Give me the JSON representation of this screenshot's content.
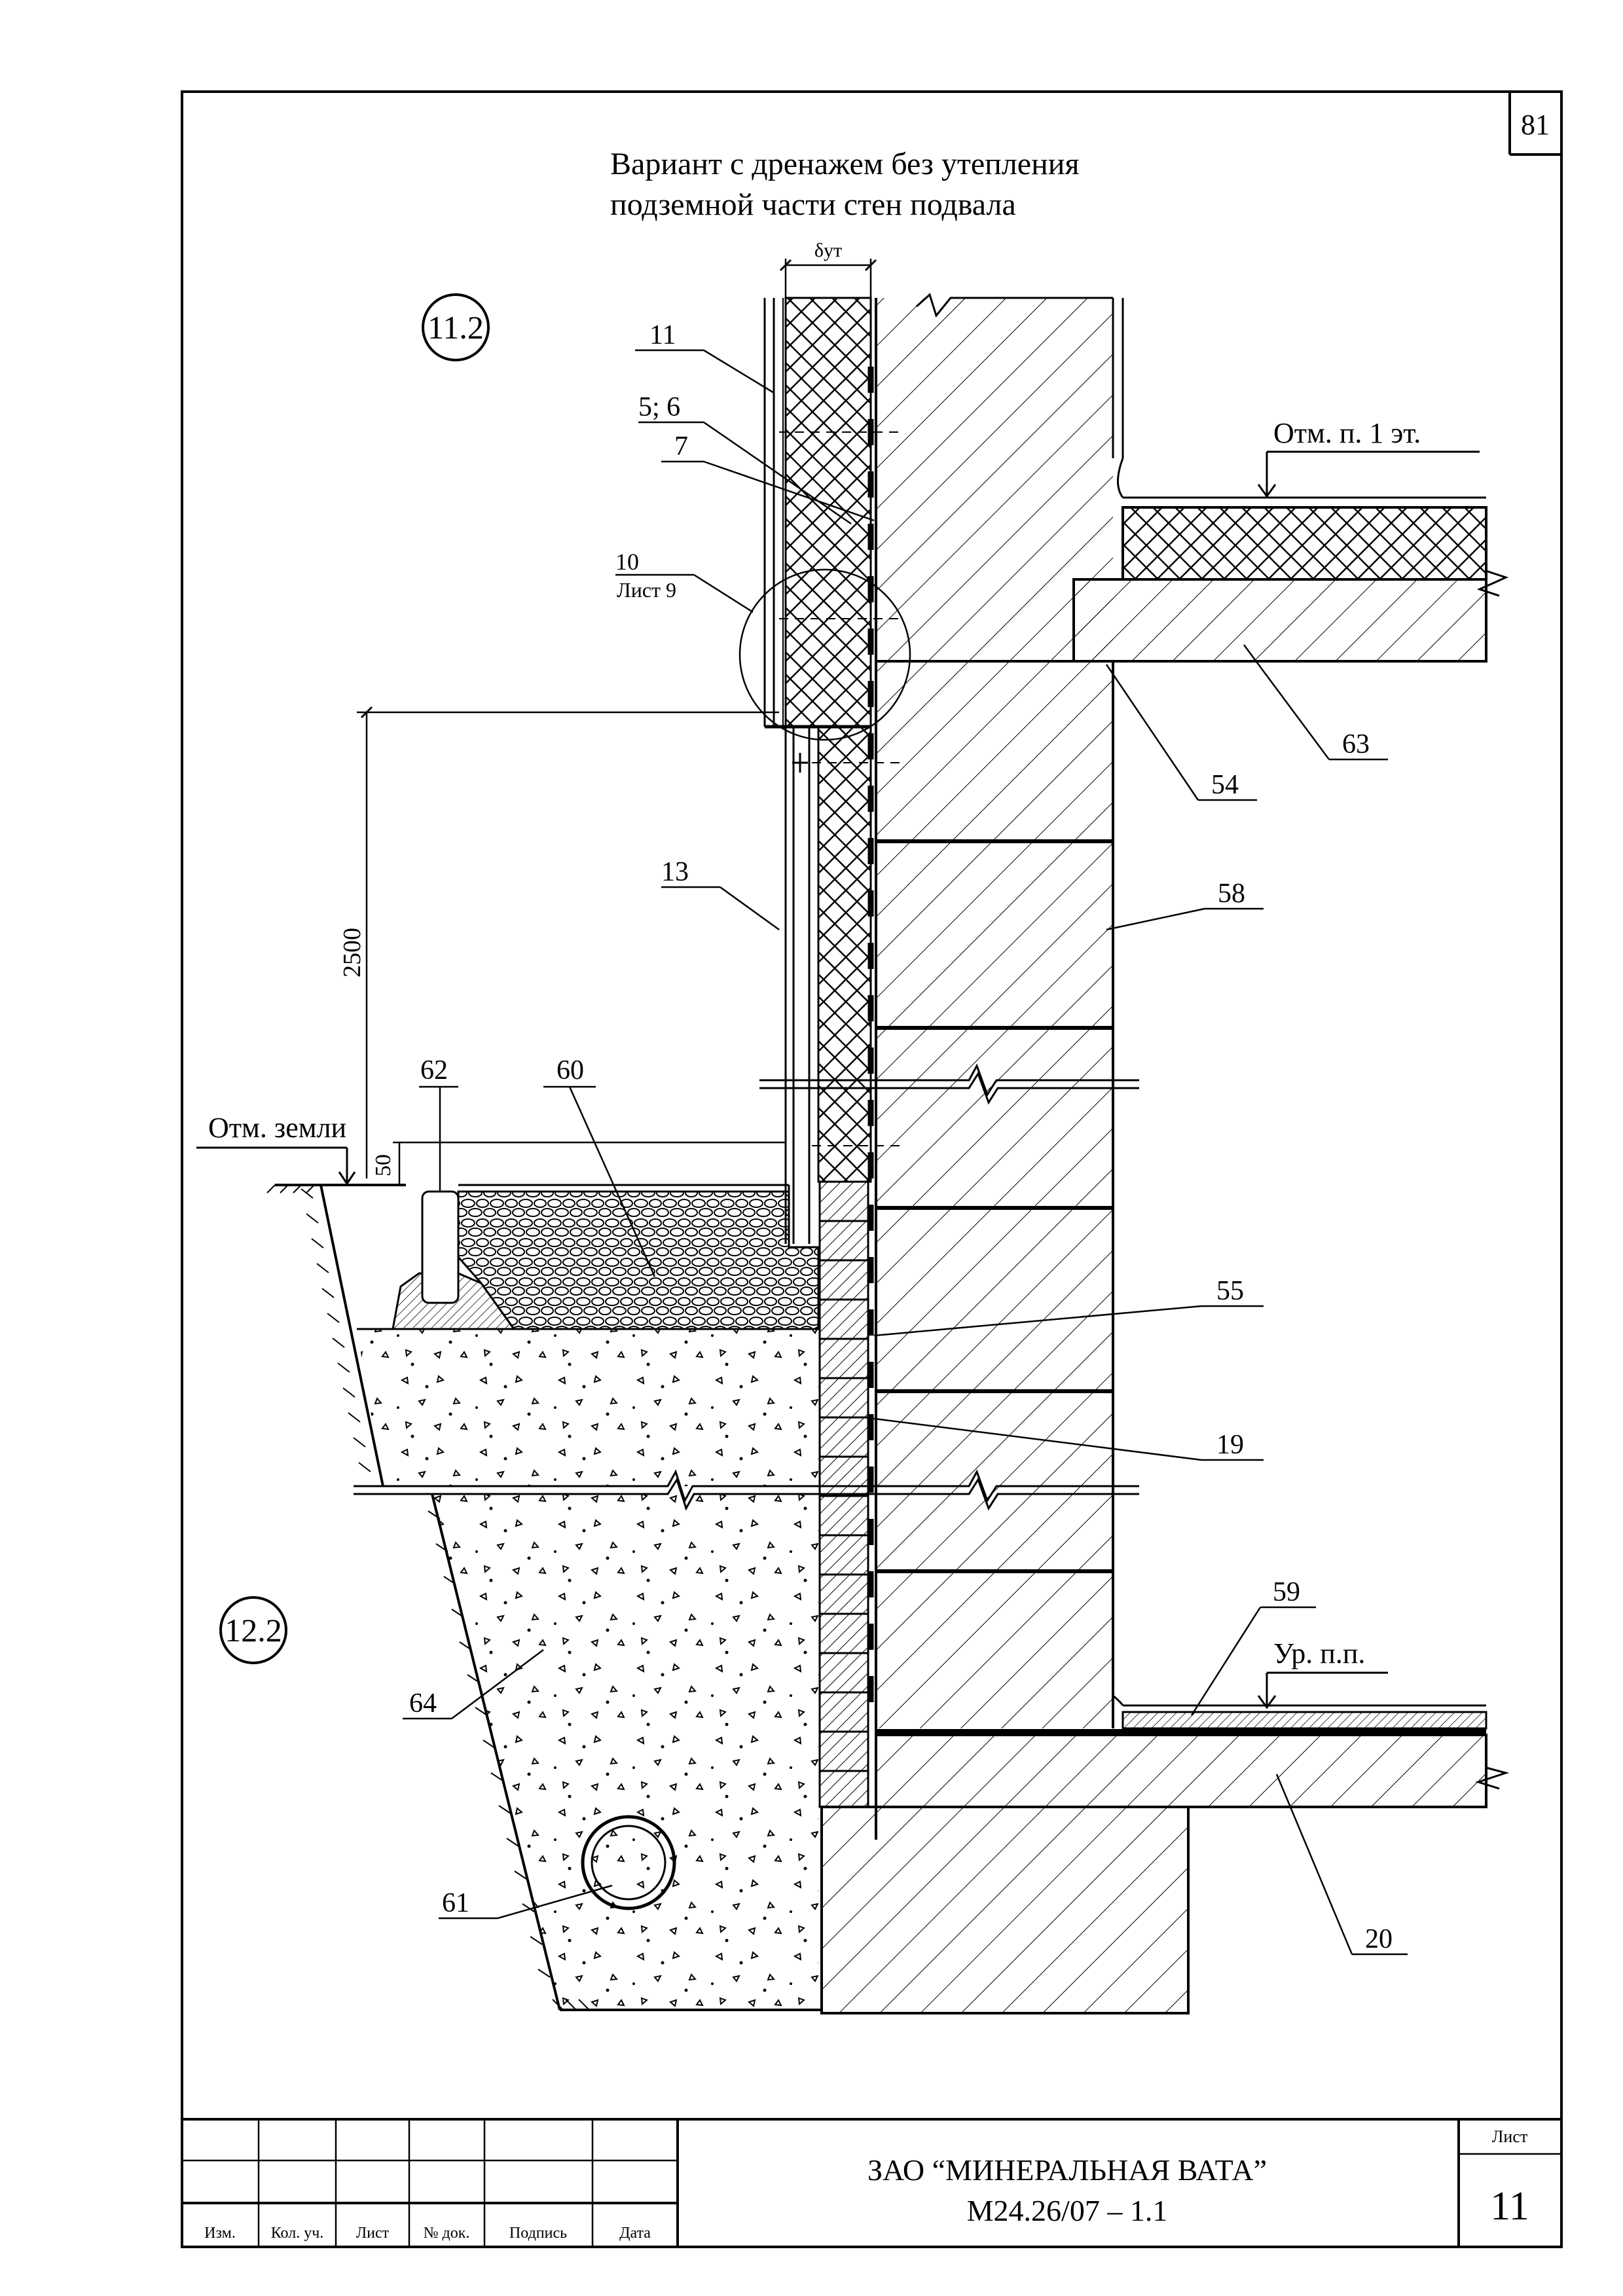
{
  "page_number": "81",
  "title": {
    "line1": "Вариант с дренажем без утепления",
    "line2": "подземной части стен подвала"
  },
  "dimension": {
    "insulation_thickness": "δут",
    "height_2500": "2500",
    "offset_50": "50"
  },
  "node_markers": {
    "top": "11.2",
    "bottom": "12.2"
  },
  "callouts": {
    "c11": "11",
    "c56": "5; 6",
    "c7": "7",
    "c10": "10",
    "c10_sheet": "Лист 9",
    "c13": "13",
    "c62": "62",
    "c60": "60",
    "c63": "63",
    "c54": "54",
    "c58": "58",
    "c55": "55",
    "c19": "19",
    "c59": "59",
    "c64": "64",
    "c61": "61",
    "c20": "20"
  },
  "levels": {
    "floor1": "Отм. п. 1 эт.",
    "ground": "Отм. земли",
    "basement_floor": "Ур. п.п."
  },
  "title_block": {
    "col_izm": "Изм.",
    "col_kol": "Кол. уч.",
    "col_list": "Лист",
    "col_ndok": "№ док.",
    "col_podpis": "Подпись",
    "col_data": "Дата",
    "company": "ЗАО “МИНЕРАЛЬНАЯ ВАТА”",
    "code": "М24.26/07 – 1.1",
    "sheet_label": "Лист",
    "sheet_number": "11"
  },
  "colors": {
    "line": "#000000",
    "paper": "#ffffff"
  }
}
